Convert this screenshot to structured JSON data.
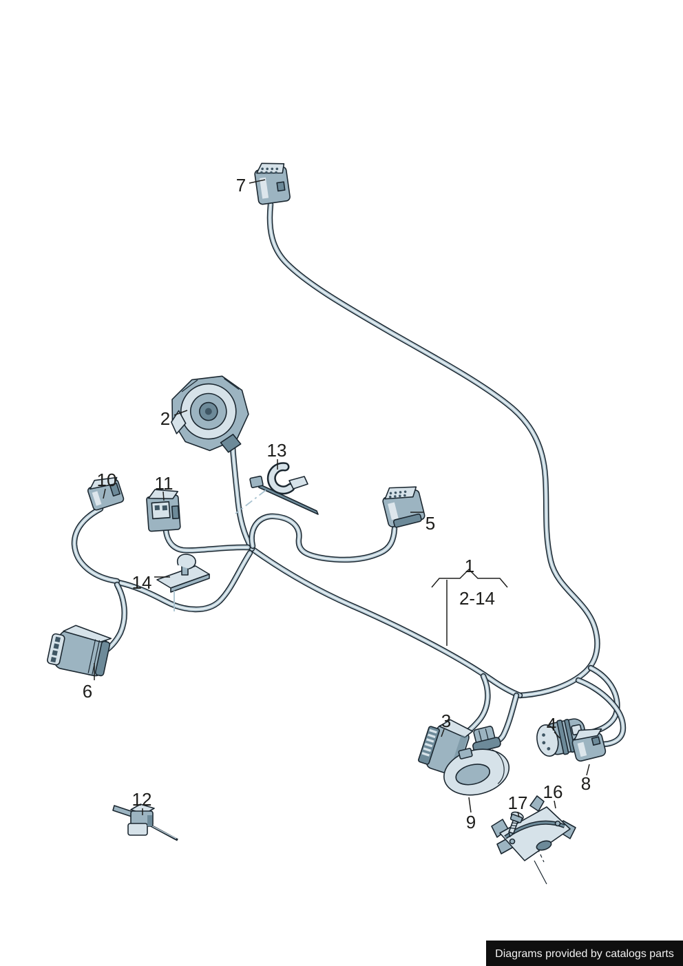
{
  "diagram": {
    "type": "parts-catalog-wiring-harness",
    "group_callout": {
      "label": "1",
      "range": "2-14"
    }
  },
  "callouts": {
    "c1": "1",
    "c2": "2",
    "c3": "3",
    "c4": "4",
    "c5": "5",
    "c6": "6",
    "c7": "7",
    "c8": "8",
    "c9": "9",
    "c10": "10",
    "c11": "11",
    "c12": "12",
    "c13": "13",
    "c14": "14",
    "c16": "16",
    "c17": "17",
    "range": "2-14"
  },
  "footer": {
    "text": "Diagrams provided by catalogs parts"
  },
  "colors": {
    "bg": "#ffffff",
    "outline": "#1b2730",
    "cable": "#b9cdd8",
    "sheen": "#edf3f6",
    "light": "#d6e2e9",
    "mid": "#9cb4c1",
    "dark": "#6d8a99",
    "darkest": "#3f5664",
    "label": "#1d1d1b",
    "leader_light": "#a8c2d0",
    "footer_bg": "#0f0f0f",
    "footer_text": "#f1f1f1"
  }
}
